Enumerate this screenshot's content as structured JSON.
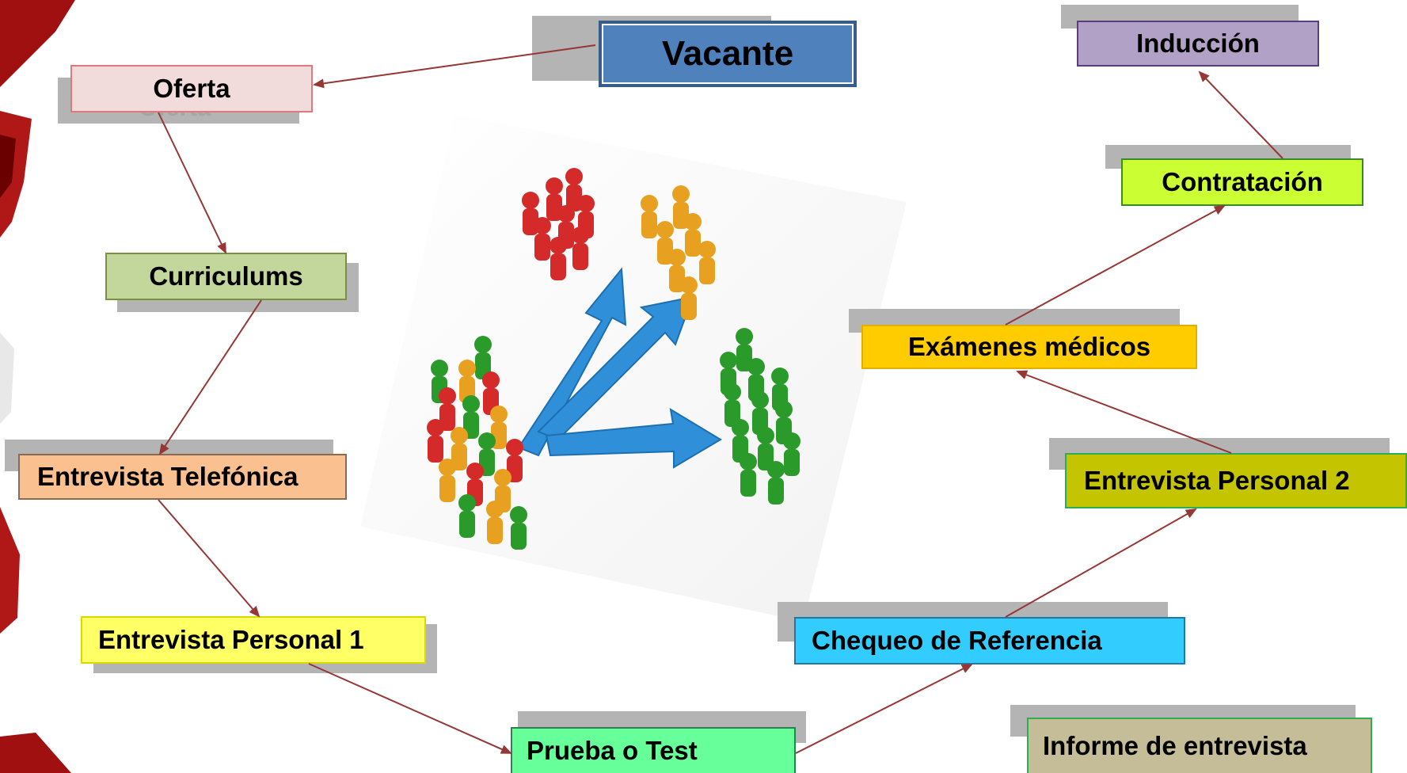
{
  "nodes": {
    "vacante": {
      "label": "Vacante",
      "color": "#4f81bd",
      "border": "#385d8a"
    },
    "oferta": {
      "label": "Oferta",
      "color": "#f2dcdb",
      "border": "#e07a7a"
    },
    "curriculums": {
      "label": "Curriculums",
      "color": "#c3d69b",
      "border": "#77933c"
    },
    "entrevista_telefonica": {
      "label": "Entrevista Telefónica",
      "color": "#fac090",
      "border": "#8a6a52"
    },
    "entrevista_personal_1": {
      "label": "Entrevista Personal 1",
      "color": "#ffff66",
      "border": "#d9d900"
    },
    "prueba_test": {
      "label": "Prueba o Test",
      "color": "#66ff99",
      "border": "#2f7f4f"
    },
    "chequeo_referencia": {
      "label": "Chequeo de Referencia",
      "color": "#33ccff",
      "border": "#1f78a8"
    },
    "entrevista_personal_2": {
      "label": "Entrevista Personal 2",
      "color": "#c4c400",
      "border": "#2fae4f"
    },
    "examenes_medicos": {
      "label": "Exámenes médicos",
      "color": "#ffcc00",
      "border": "#e0b000"
    },
    "contratacion": {
      "label": "Contratación",
      "color": "#ccff33",
      "border": "#3a8a2a"
    },
    "induccion": {
      "label": "Inducción",
      "color": "#b2a1c7",
      "border": "#5a3e7a"
    },
    "informe_entrevista": {
      "label": "Informe de entrevista",
      "color": "#c4bd97",
      "border": "#2fae4f"
    }
  },
  "arrow_color": "#953735",
  "illustration": {
    "icon": "crowd-splitting-arrows-icon",
    "group_colors": [
      "#d42a2a",
      "#e8a020",
      "#2a9a2a"
    ],
    "arrow_color": "#2f8fd8"
  }
}
